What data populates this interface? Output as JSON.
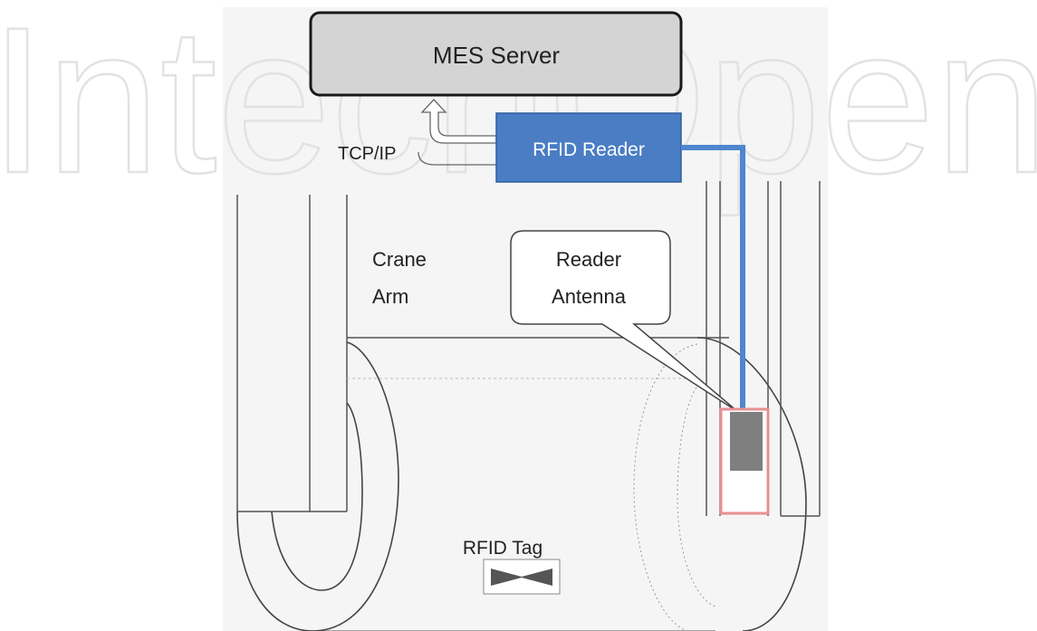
{
  "watermark": {
    "text": "IntechOpen"
  },
  "diagram": {
    "server_label": "MES Server",
    "reader_label": "RFID Reader",
    "protocol_label": "TCP/IP",
    "crane_arm_label_line1": "Crane",
    "crane_arm_label_line2": "Arm",
    "antenna_callout_line1": "Reader",
    "antenna_callout_line2": "Antenna",
    "tag_label": "RFID Tag"
  },
  "colors": {
    "reader_fill": "#4a7dc4",
    "cable": "#4f86d0",
    "server_fill": "#d4d4d4",
    "antenna_fill": "#7f7f7f",
    "antenna_frame": "#e88f92",
    "panel_bg": "#f5f5f5",
    "watermark": "#e6e6e6"
  }
}
